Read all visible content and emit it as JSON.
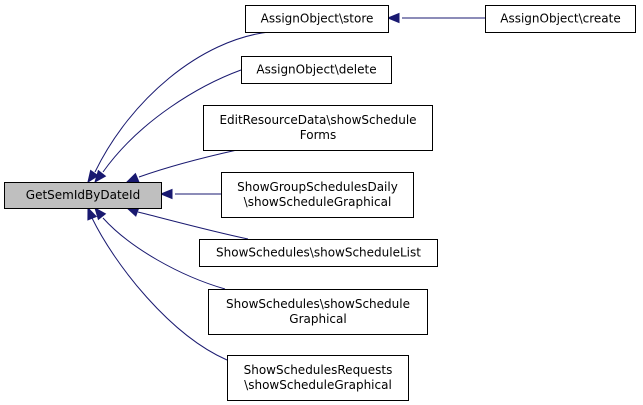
{
  "diagram": {
    "colors": {
      "edge": "#191970",
      "focus_fill": "#bfbfbf",
      "node_fill": "#ffffff",
      "node_border": "#000000"
    },
    "nodes": [
      {
        "id": "getsemid",
        "lines": [
          "GetSemIdByDateId"
        ],
        "focus": true
      },
      {
        "id": "assign-store",
        "lines": [
          "AssignObject\\store"
        ]
      },
      {
        "id": "assign-create",
        "lines": [
          "AssignObject\\create"
        ]
      },
      {
        "id": "assign-delete",
        "lines": [
          "AssignObject\\delete"
        ]
      },
      {
        "id": "editresource",
        "lines": [
          "EditResourceData\\showSchedule",
          "Forms"
        ]
      },
      {
        "id": "showgroup",
        "lines": [
          "ShowGroupSchedulesDaily",
          "\\showScheduleGraphical"
        ]
      },
      {
        "id": "showschedules-list",
        "lines": [
          "ShowSchedules\\showScheduleList"
        ]
      },
      {
        "id": "showschedules-graphical",
        "lines": [
          "ShowSchedules\\showSchedule",
          "Graphical"
        ]
      },
      {
        "id": "showrequests",
        "lines": [
          "ShowSchedulesRequests",
          "\\showScheduleGraphical"
        ]
      }
    ],
    "edges": [
      {
        "from": "assign-store",
        "to": "getsemid"
      },
      {
        "from": "assign-create",
        "to": "assign-store"
      },
      {
        "from": "assign-delete",
        "to": "getsemid"
      },
      {
        "from": "editresource",
        "to": "getsemid"
      },
      {
        "from": "showgroup",
        "to": "getsemid"
      },
      {
        "from": "showschedules-list",
        "to": "getsemid"
      },
      {
        "from": "showschedules-graphical",
        "to": "getsemid"
      },
      {
        "from": "showrequests",
        "to": "getsemid"
      }
    ]
  }
}
